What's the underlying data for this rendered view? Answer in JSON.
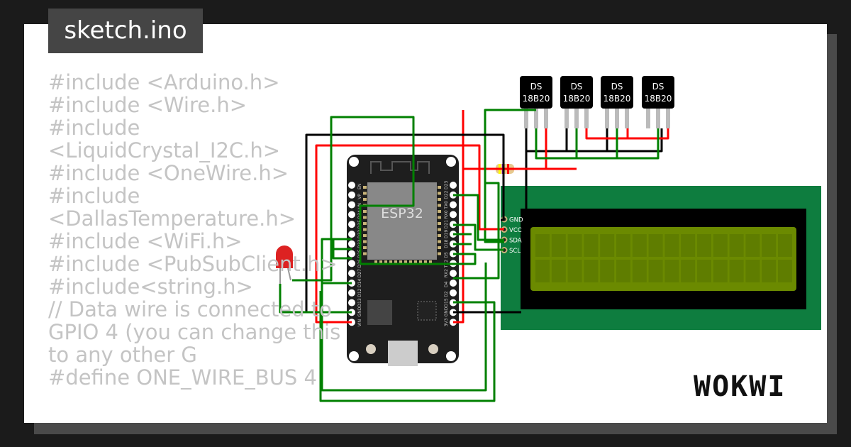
{
  "window": {
    "title": "sketch.ino"
  },
  "code_lines": [
    "#include <Arduino.h>",
    "#include <Wire.h>",
    "#include <LiquidCrystal_I2C.h>",
    "#include <OneWire.h>",
    "#include <DallasTemperature.h>",
    "#include <WiFi.h>",
    "#include <PubSubClient.h>",
    "#include<string.h>",
    "// Data wire is connected to GPIO 4 (you can change this to any other G",
    "#define ONE_WIRE_BUS 4"
  ],
  "esp32": {
    "label": "ESP32",
    "left_pins": [
      "EN",
      "VP",
      "VN",
      "D34",
      "D35",
      "D32",
      "D33",
      "D25",
      "D26",
      "D27",
      "D14",
      "D12",
      "D13",
      "GND",
      "VIN"
    ],
    "right_pins": [
      "D23",
      "D22",
      "TX0",
      "RX0",
      "D21",
      "D19",
      "D18",
      "D5",
      "TX2",
      "RX2",
      "D4",
      "D2",
      "D15",
      "GND",
      "3V3"
    ]
  },
  "sensors": [
    {
      "line1": "DS",
      "line2": "18B20"
    },
    {
      "line1": "DS",
      "line2": "18B20"
    },
    {
      "line1": "DS",
      "line2": "18B20"
    },
    {
      "line1": "DS",
      "line2": "18B20"
    }
  ],
  "lcd": {
    "pins": [
      "GND",
      "VCC",
      "SDA",
      "SCL"
    ]
  },
  "logo": "WOKWI",
  "colors": {
    "wire_green": "#008000",
    "wire_red": "#ff0000",
    "wire_black": "#000000",
    "lcd_board": "#0e7d3f",
    "lcd_screen": "#6b8a00",
    "board": "#1e1e1e"
  }
}
